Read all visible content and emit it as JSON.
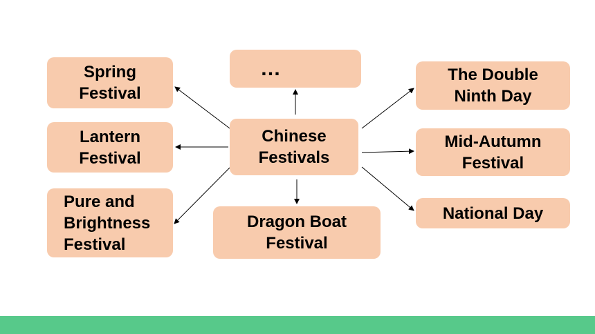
{
  "diagram": {
    "center": {
      "label": "Chinese\nFestivals"
    },
    "nodes": {
      "more": {
        "label": "…"
      },
      "spring": {
        "label": "Spring\nFestival"
      },
      "lantern": {
        "label": "Lantern\nFestival"
      },
      "pure_brightness": {
        "label": "Pure and\nBrightness\nFestival"
      },
      "dragon_boat": {
        "label": "Dragon Boat\nFestival"
      },
      "double_ninth": {
        "label": "The Double\nNinth Day"
      },
      "mid_autumn": {
        "label": "Mid-Autumn\nFestival"
      },
      "national_day": {
        "label": "National Day"
      }
    }
  },
  "colors": {
    "node_fill": "#f8cbad",
    "arrow": "#000000",
    "footer_bar": "#57c98a",
    "background": "#ffffff"
  }
}
